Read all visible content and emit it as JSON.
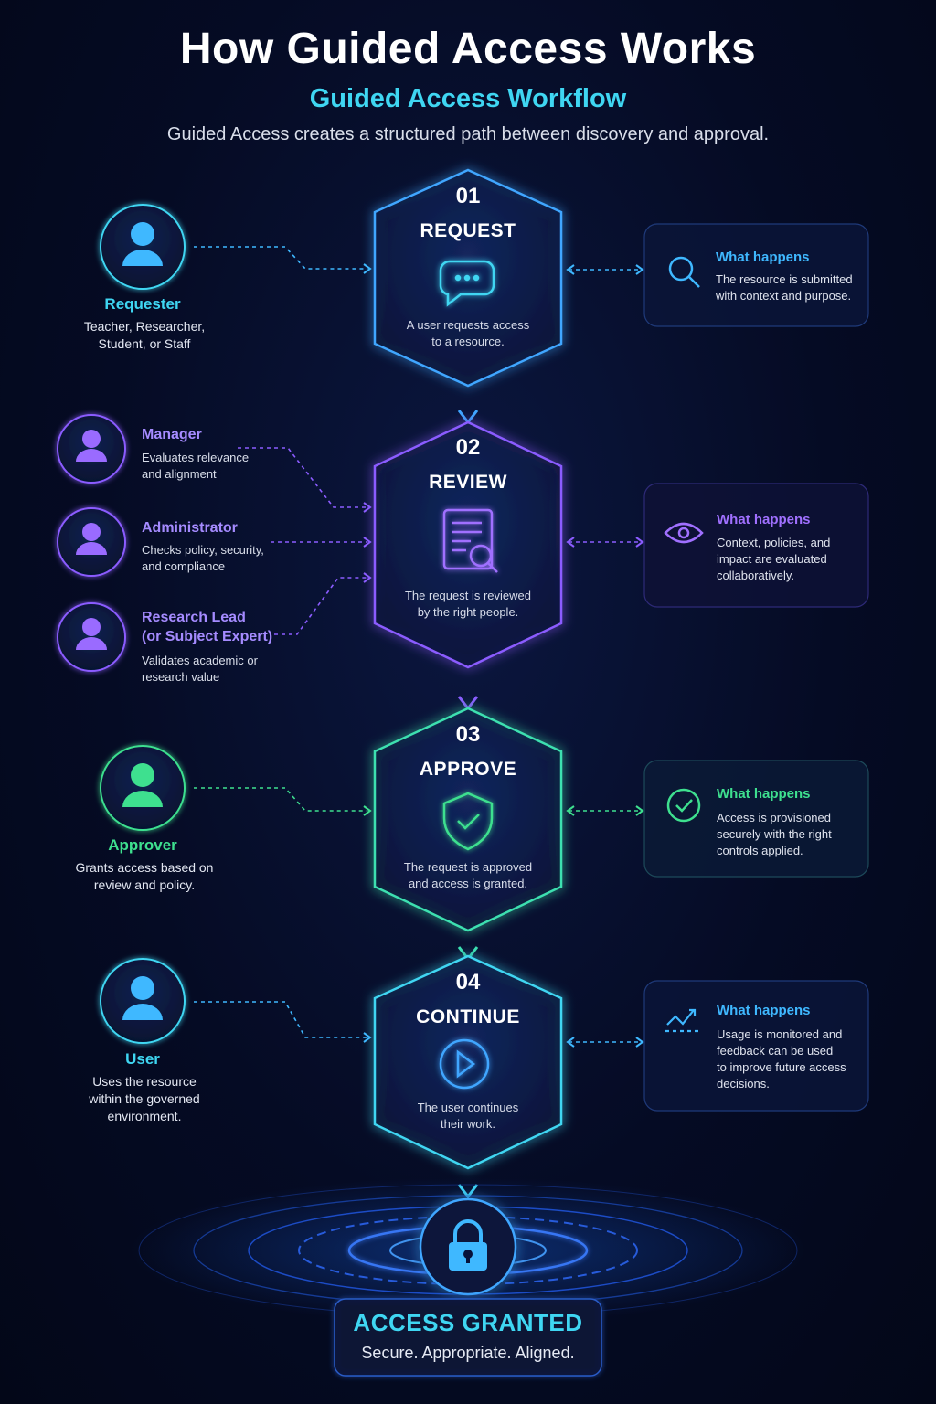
{
  "header": {
    "title": "How Guided Access Works",
    "subtitle": "Guided Access Workflow",
    "tagline": "Guided Access creates a structured path between discovery and approval."
  },
  "colors": {
    "cyan": "#3fd6f2",
    "blue": "#2f8cff",
    "purple": "#8b5cff",
    "green": "#3ee08f",
    "background": "#050b24"
  },
  "steps": [
    {
      "number": "01",
      "name": "REQUEST",
      "line1": "A user requests access",
      "line2": "to a resource.",
      "icon": "chat-bubble-icon"
    },
    {
      "number": "02",
      "name": "REVIEW",
      "line1": "The request is reviewed",
      "line2": "by the right people.",
      "icon": "document-search-icon"
    },
    {
      "number": "03",
      "name": "APPROVE",
      "line1": "The request is approved",
      "line2": "and access is granted.",
      "icon": "shield-check-icon"
    },
    {
      "number": "04",
      "name": "CONTINUE",
      "line1": "The user continues",
      "line2": "their work.",
      "icon": "play-icon"
    }
  ],
  "actors": {
    "requester": {
      "name": "Requester",
      "line1": "Teacher, Researcher,",
      "line2": "Student, or Staff"
    },
    "approver": {
      "name": "Approver",
      "line1": "Grants access based on",
      "line2": "review and policy."
    },
    "user": {
      "name": "User",
      "line1": "Uses the resource",
      "line2": "within the governed",
      "line3": "environment."
    }
  },
  "reviewers": [
    {
      "name": "Manager",
      "line1": "Evaluates relevance",
      "line2": "and alignment"
    },
    {
      "name": "Administrator",
      "line1": "Checks policy, security,",
      "line2": "and compliance"
    },
    {
      "name": "Research Lead",
      "name2": "(or Subject Expert)",
      "line1": "Validates academic or",
      "line2": "research value"
    }
  ],
  "cards": [
    {
      "title": "What happens",
      "line1": "The resource is submitted",
      "line2": "with context and purpose.",
      "icon": "search-icon"
    },
    {
      "title": "What happens",
      "line1": "Context, policies, and",
      "line2": "impact are evaluated",
      "line3": "collaboratively.",
      "icon": "eye-icon"
    },
    {
      "title": "What happens",
      "line1": "Access is provisioned",
      "line2": "securely with the right",
      "line3": "controls applied.",
      "icon": "check-circle-icon"
    },
    {
      "title": "What happens",
      "line1": "Usage is monitored and",
      "line2": "feedback can be used",
      "line3": "to improve future access",
      "line4": "decisions.",
      "icon": "trend-chart-icon"
    }
  ],
  "final": {
    "title": "ACCESS GRANTED",
    "subtitle": "Secure. Appropriate. Aligned.",
    "icon": "lock-icon"
  }
}
